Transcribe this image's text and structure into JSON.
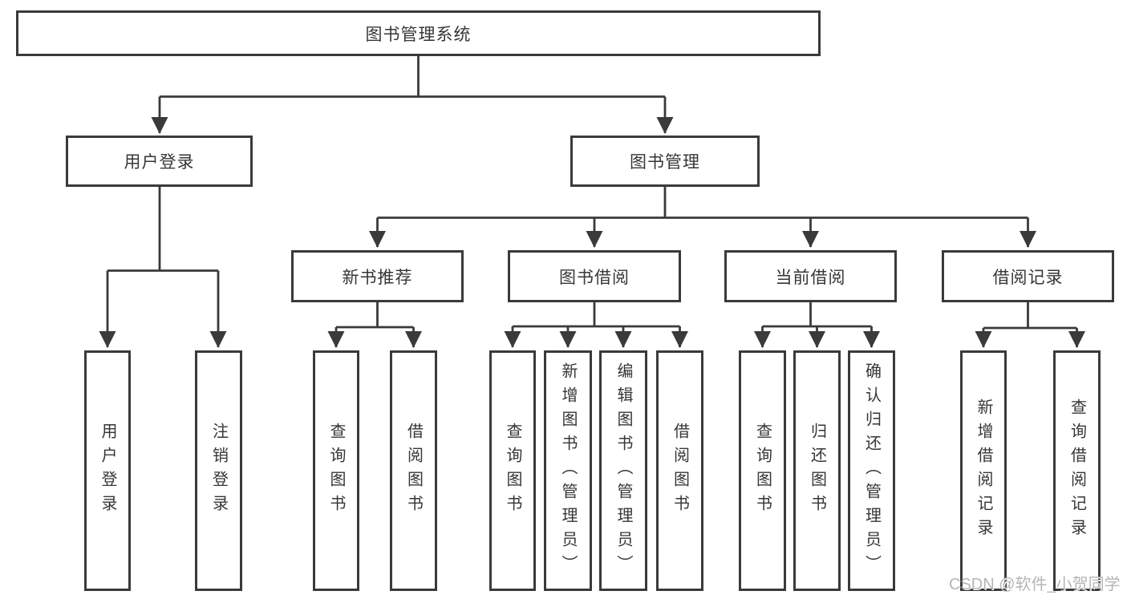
{
  "diagram": {
    "root": {
      "label": "图书管理系统"
    },
    "branches": [
      {
        "label": "用户登录",
        "leaves": [
          "用户登录",
          "注销登录"
        ]
      },
      {
        "label": "图书管理",
        "groups": [
          {
            "label": "新书推荐",
            "leaves": [
              "查询图书",
              "借阅图书"
            ]
          },
          {
            "label": "图书借阅",
            "leaves": [
              "查询图书",
              "新增图书（管理员）",
              "编辑图书（管理员）",
              "借阅图书"
            ]
          },
          {
            "label": "当前借阅",
            "leaves": [
              "查询图书",
              "归还图书",
              "确认归还（管理员）"
            ]
          },
          {
            "label": "借阅记录",
            "leaves": [
              "新增借阅记录",
              "查询借阅记录"
            ]
          }
        ]
      }
    ]
  },
  "watermark": {
    "text": "CSDN @软件_小贺同学"
  },
  "colors": {
    "line": "#3a3a3a",
    "box_border": "#3a3a3a",
    "box_fill": "#ffffff",
    "text": "#363636",
    "watermark": "#b5b5b5"
  }
}
